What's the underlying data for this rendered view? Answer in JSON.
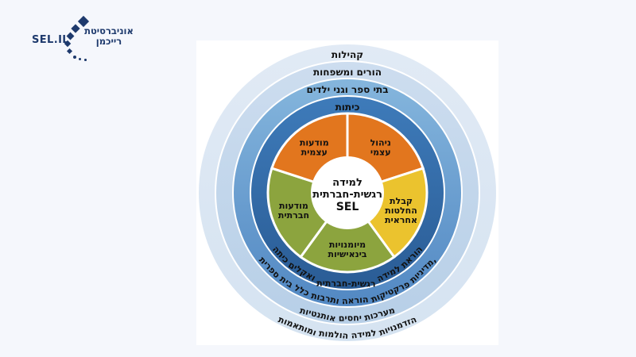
{
  "page": {
    "background": "#f5f7fc",
    "panel_background": "#ffffff"
  },
  "logo": {
    "sel_il": "SEL.IL",
    "university_line1": "אוניברסיטת",
    "university_line2": "רייכמן",
    "color": "#1e3a6d"
  },
  "diagram": {
    "center": {
      "line1": "למידה",
      "line2": "רגשית-חברתית",
      "line3": "SEL",
      "circle_color": "#ffffff",
      "text_color": "#111111"
    },
    "segments": [
      {
        "label": "ניהול עצמי",
        "lines": [
          "ניהול",
          "עצמי"
        ],
        "color": "#e2761e"
      },
      {
        "label": "קבלת החלטות אחראית",
        "lines": [
          "קבלת",
          "החלטות",
          "אחראית"
        ],
        "color": "#ebc32e"
      },
      {
        "label": "מיומנויות בינאישיות",
        "lines": [
          "מיומנויות",
          "בינאישיות"
        ],
        "color": "#8ca43e"
      },
      {
        "label": "מודעות חברתית",
        "lines": [
          "מודעות",
          "חברתית"
        ],
        "color": "#8ca43e"
      },
      {
        "label": "מודעות עצמית",
        "lines": [
          "מודעות",
          "עצמית"
        ],
        "color": "#e2761e"
      }
    ],
    "rings": [
      {
        "top_label": "כיתות",
        "bottom_label": "הוראת למידה רגשית-חברתית ואקלים כיתה",
        "color_top": "#3e7bba",
        "color_bottom": "#2a5c95"
      },
      {
        "top_label": "בתי ספר וגני ילדים",
        "bottom_label": "מדיניות, פרקטיקות הוראה ותרבות כלל בית ספרית",
        "color_top": "#85b6dd",
        "color_bottom": "#5288c3"
      },
      {
        "top_label": "הורים ומשפחות",
        "bottom_label": "מערכות יחסים אותנטיות",
        "color_top": "#cdddef",
        "color_bottom": "#b7cfe7"
      },
      {
        "top_label": "קהילות",
        "bottom_label": "הזדמנויות למידה הולמות ומותאמות",
        "color_top": "#e1eaf5",
        "color_bottom": "#d5e3f1"
      }
    ],
    "label_color": "#111111",
    "separator_color": "#ffffff"
  }
}
